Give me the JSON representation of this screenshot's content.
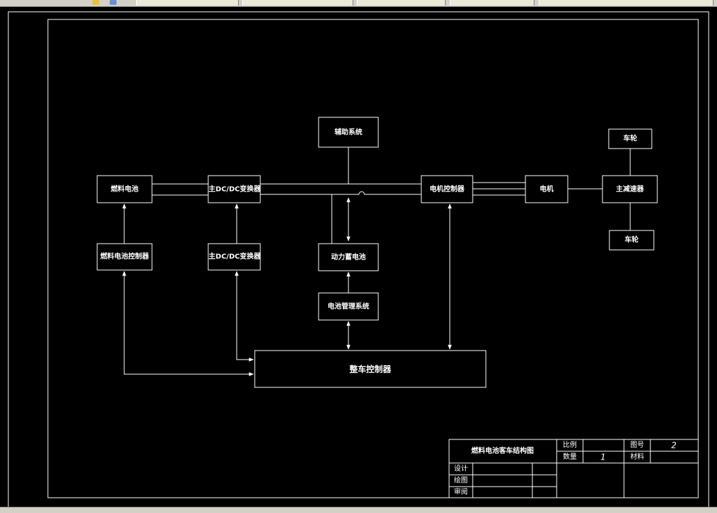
{
  "toolbar": {
    "icons": [
      "folder-icon",
      "globe-icon"
    ],
    "tab_count": 5
  },
  "colors": {
    "background": "#000000",
    "stroke": "#ffffff",
    "chrome": "#d4d0c8"
  },
  "diagram": {
    "blocks": {
      "fuel_cell": "燃料电池",
      "main_dcdc_top": "主DC/DC变换器",
      "aux_system": "辅助系统",
      "motor_controller": "电机控制器",
      "motor": "电机",
      "final_drive": "主减速器",
      "wheel_top": "车轮",
      "wheel_bottom": "车轮",
      "fc_controller": "燃料电池控制器",
      "main_dcdc_bottom": "主DC/DC变换器",
      "power_battery": "动力蓄电池",
      "bms": "电池管理系统",
      "vehicle_controller": "整车控制器"
    }
  },
  "title_block": {
    "drawing_title": "燃料电池客车结构图",
    "scale_label": "比例",
    "scale_value": "",
    "drawing_no_label": "图号",
    "drawing_no_value": "2",
    "quantity_label": "数量",
    "quantity_value": "1",
    "material_label": "材料",
    "material_value": "",
    "design_label": "设计",
    "drawing_label": "绘图",
    "review_label": "审阅"
  }
}
